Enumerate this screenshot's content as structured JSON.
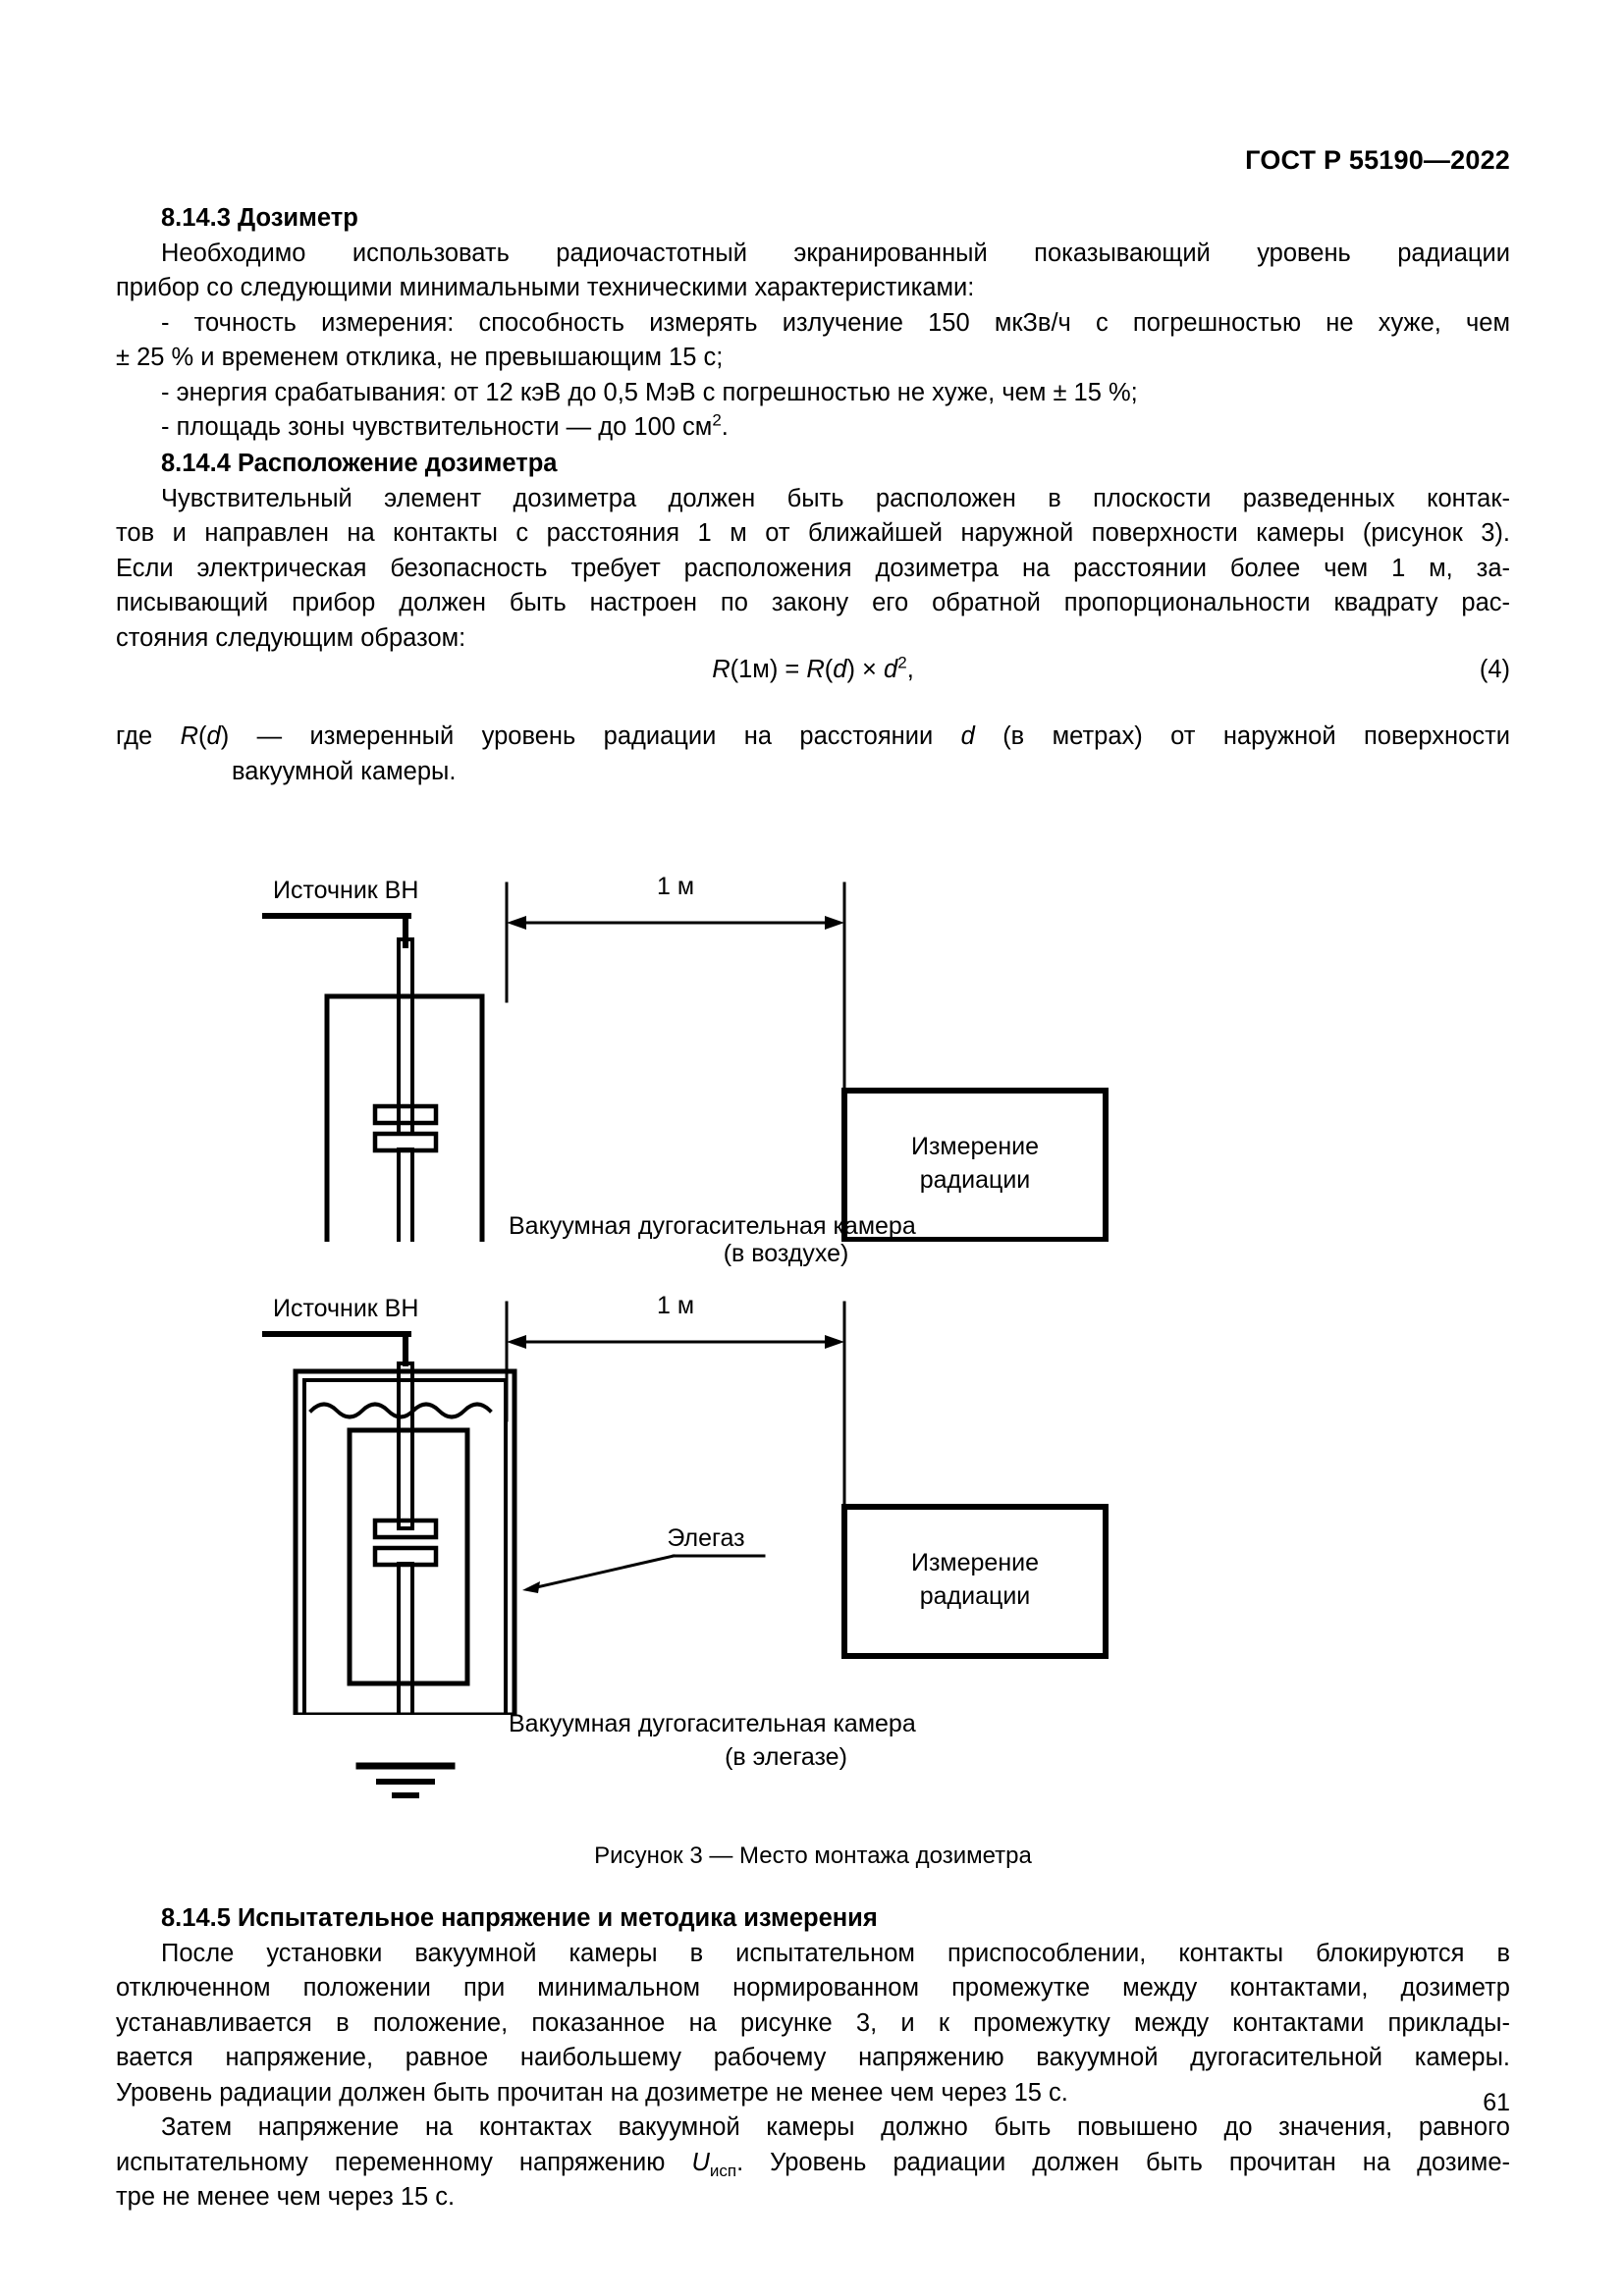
{
  "header": {
    "standard": "ГОСТ Р 55190—2022"
  },
  "sections": {
    "s8_14_3": {
      "heading": "8.14.3 Дозиметр",
      "intro_line1": "Необходимо использовать радиочастотный экранированный показывающий уровень радиации",
      "intro_line2": "прибор со следующими минимальными техническими характеристиками:",
      "bullets": [
        {
          "line1": "- точность измерения: способность измерять излучение 150 мкЗв/ч с погрешностью не хуже, чем",
          "line2": "± 25 % и временем отклика, не превышающим 15 с;"
        },
        {
          "line1": "- энергия срабатывания: от 12 кэВ до 0,5 МэВ с погрешностью не хуже, чем ± 15 %;",
          "line2": ""
        },
        {
          "prefix": "- площадь зоны чувствительности — до 100 см",
          "sup": "2",
          "suffix": "."
        }
      ]
    },
    "s8_14_4": {
      "heading": "8.14.4 Расположение дозиметра",
      "paragraph_lines": [
        "Чувствительный элемент дозиметра должен быть расположен в плоскости разведенных контак-",
        "тов и направлен на контакты с расстояния 1 м от ближайшей наружной поверхности камеры (рисунок 3).",
        "Если электрическая безопасность требует расположения дозиметра на расстоянии более чем 1 м, за-",
        "писывающий прибор должен быть настроен по закону его обратной пропорциональности квадрату рас-",
        "стояния следующим образом:"
      ]
    },
    "formula": {
      "r_sym": "R",
      "open_1m": "(1м) = ",
      "r_sym2": "R",
      "open_d": "(",
      "d_sym": "d",
      "close_mult": ") × ",
      "d_sym2": "d",
      "exponent": "2",
      "comma": ",",
      "number": "(4)"
    },
    "where": {
      "prefix": "где ",
      "r_sym": "R",
      "open": "(",
      "d_sym": "d",
      "close": ")",
      "line1_rest": " — измеренный уровень радиации на расстоянии ",
      "d_sym2": "d",
      "line1_tail": " (в метрах) от наружной поверхности",
      "line2": "вакуумной камеры."
    },
    "s8_14_5": {
      "heading": "8.14.5 Испытательное напряжение и методика измерения",
      "paragraph1_lines": [
        "После установки вакуумной камеры в испытательном приспособлении, контакты блокируются в",
        "отключенном положении при минимальном нормированном промежутке между контактами, дозиметр",
        "устанавливается в положение, показанное на рисунке 3, и к промежутку между контактами приклады-",
        "вается напряжение, равное наибольшему рабочему напряжению вакуумной дугогасительной камеры.",
        "Уровень радиации должен быть прочитан на дозиметре не менее чем через 15 с."
      ],
      "paragraph2": {
        "line1": "Затем напряжение на контактах вакуумной камеры должно быть повышено до значения, равного",
        "line2_pre": "испытательному переменному напряжению ",
        "u_sym": "U",
        "u_sub": "исп",
        "line2_post": ". Уровень радиации должен быть прочитан на дозиме-",
        "line3": "тре не менее чем через 15 с."
      }
    }
  },
  "figure": {
    "caption": "Рисунок 3 — Место монтажа дозиметра",
    "diagram_air": {
      "source_label": "Источник ВН",
      "distance_label": "1 м",
      "meter_label_line1": "Измерение",
      "meter_label_line2": "радиации",
      "chamber_label_line1": "Вакуумная дугогасительная камера",
      "chamber_label_line2": "(в воздухе)"
    },
    "diagram_sf6": {
      "source_label": "Источник ВН",
      "distance_label": "1 м",
      "meter_label_line1": "Измерение",
      "meter_label_line2": "радиации",
      "gas_label": "Элегаз",
      "chamber_label_line1": "Вакуумная дугогасительная камера",
      "chamber_label_line2": "(в элегазе)"
    }
  },
  "footer": {
    "page_number": "61"
  }
}
